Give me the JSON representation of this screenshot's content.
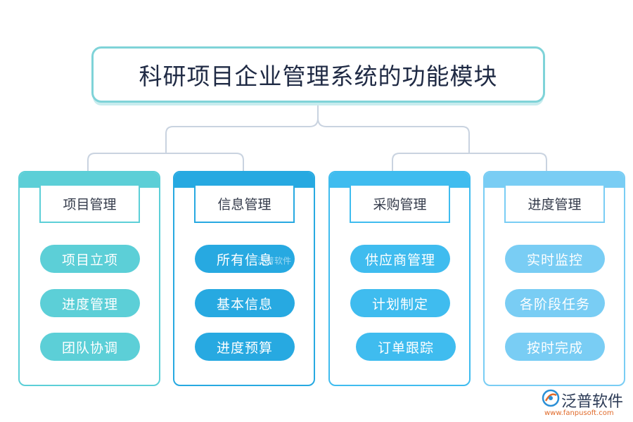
{
  "title": "科研项目企业管理系统的功能模块",
  "colors": {
    "module1": "#5ccfd7",
    "module2": "#27a9e1",
    "module3": "#3fbcef",
    "module4": "#79cdf4",
    "connector": "#c9d3e0"
  },
  "modules": [
    {
      "header": "项目管理",
      "items": [
        "项目立项",
        "进度管理",
        "团队协调"
      ]
    },
    {
      "header": "信息管理",
      "items": [
        "所有信息",
        "基本信息",
        "进度预算"
      ]
    },
    {
      "header": "采购管理",
      "items": [
        "供应商管理",
        "计划制定",
        "订单跟踪"
      ]
    },
    {
      "header": "进度管理",
      "items": [
        "实时监控",
        "各阶段任务",
        "按时完成"
      ]
    }
  ],
  "watermark": "泛普软件",
  "logo": {
    "name": "泛普软件",
    "url": "www.fanpusoft.com",
    "icon": "fanpu-logo-icon"
  }
}
